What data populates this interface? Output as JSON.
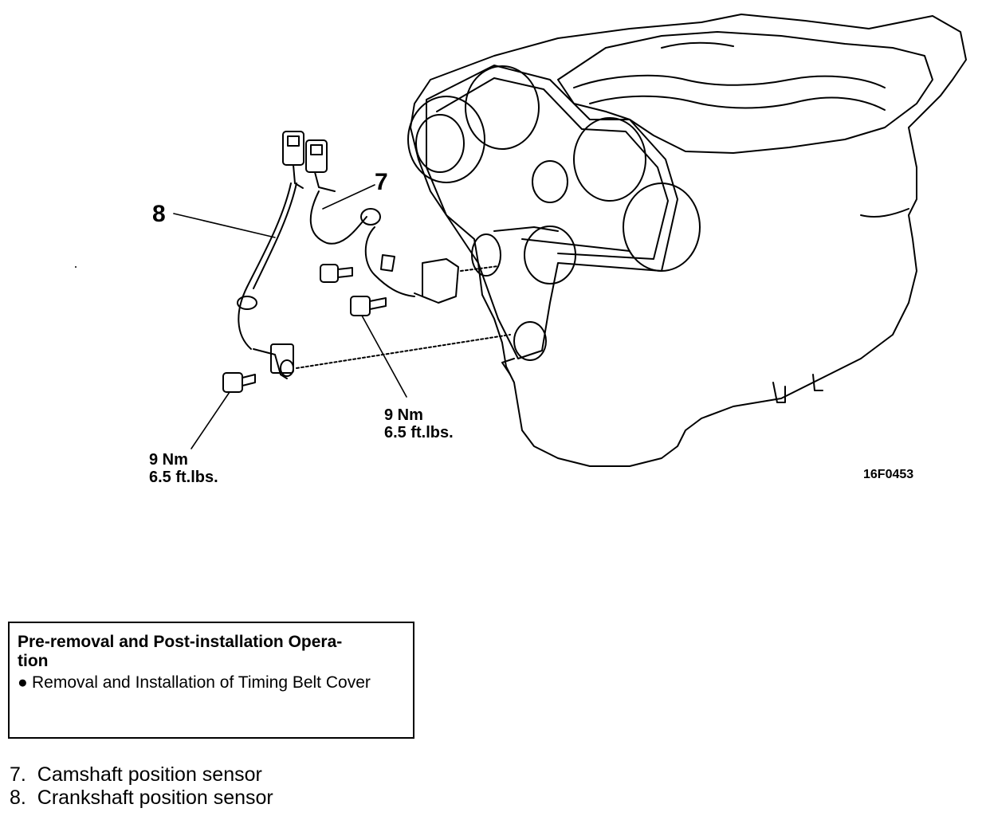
{
  "callouts": {
    "camshaft_number": "7",
    "crankshaft_number": "8"
  },
  "torque_specs": [
    {
      "metric": "9 Nm",
      "imperial": "6.5 ft.lbs."
    },
    {
      "metric": "9 Nm",
      "imperial": "6.5 ft.lbs."
    }
  ],
  "figure_code": "16F0453",
  "info_box": {
    "title_line1": "Pre-removal and Post-installation Opera-",
    "title_line2": "tion",
    "bullet": "●",
    "item": "Removal and Installation of Timing Belt Cover"
  },
  "legend": [
    {
      "number": "7.",
      "label": "Camshaft position sensor"
    },
    {
      "number": "8.",
      "label": "Crankshaft position sensor"
    }
  ]
}
